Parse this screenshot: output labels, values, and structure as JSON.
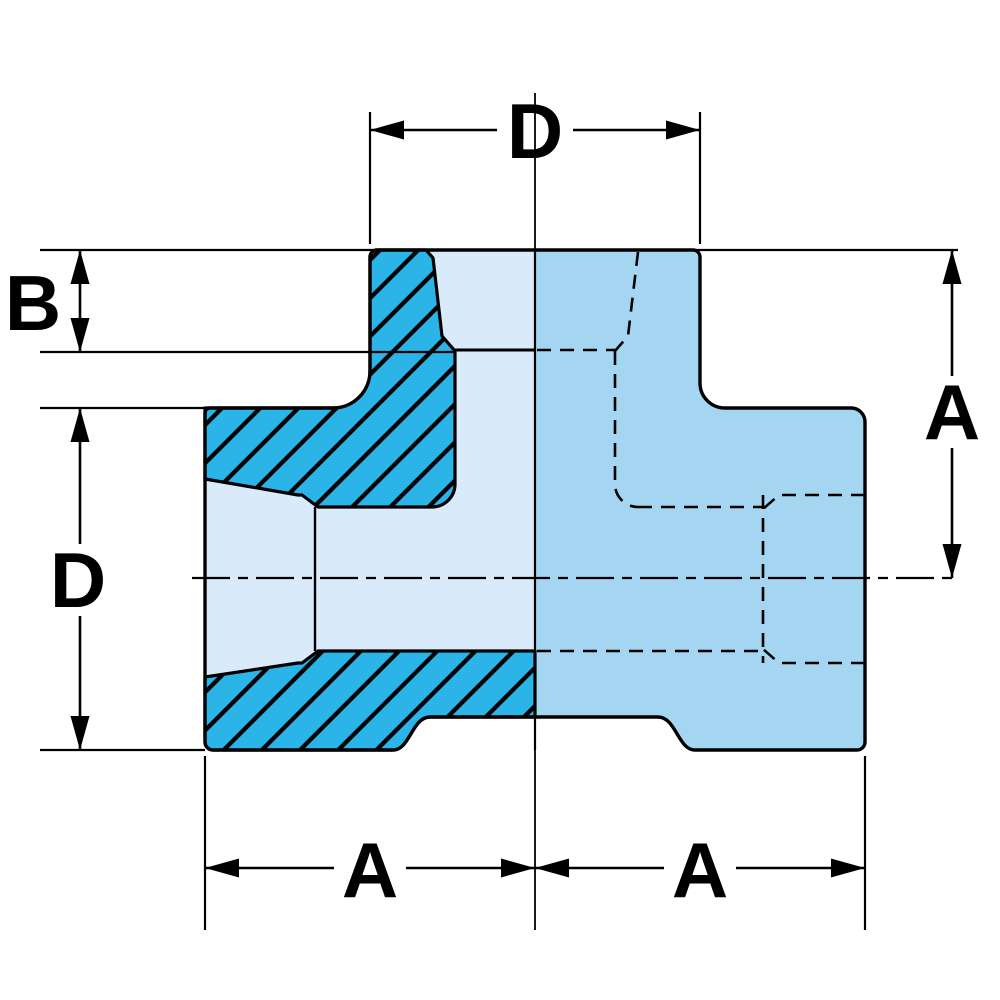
{
  "drawing": {
    "labels": {
      "branch_width": "D",
      "branch_socket_depth": "B",
      "run_end_height": "D",
      "center_to_top_end": "A",
      "center_to_left_end": "A",
      "center_to_right_end": "A"
    },
    "colors": {
      "hatch": "#2bb4e8",
      "bore": "#d9eafa",
      "body": "#a4d6f2",
      "line": "#000000",
      "background": "#ffffff"
    }
  }
}
